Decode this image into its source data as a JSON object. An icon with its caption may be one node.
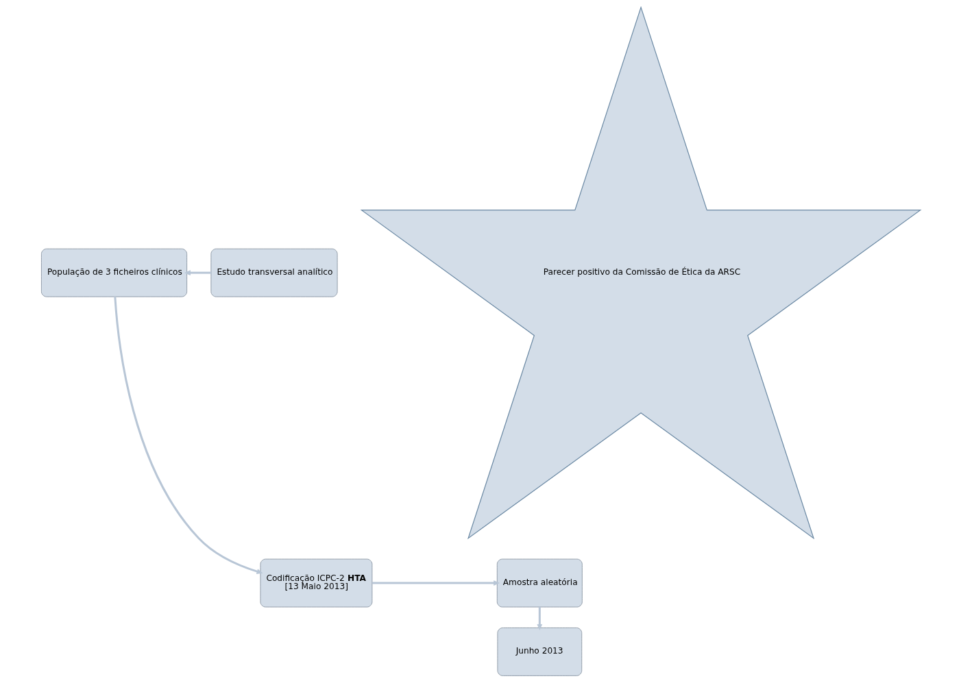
{
  "diagram": {
    "nodes": [
      {
        "text": [
          "Parecer positivo da Comissão de Ética da ARSC"
        ]
      },
      {
        "text": [
          "Estudo transversal analítico"
        ]
      },
      {
        "text": [
          "População de 3 ficheiros clínicos"
        ]
      },
      {
        "text": [
          "Codificação ICPC-2 **HTA**",
          "[13 Maio 2013]"
        ]
      },
      {
        "text": [
          "Amostra aleatória"
        ]
      },
      {
        "text": [
          "Junho 2013"
        ]
      }
    ],
    "edges": [
      {
        "from": 1,
        "to": 2,
        "arrow": "to"
      },
      {
        "from": 2,
        "to": 3,
        "arrow": "to"
      },
      {
        "from": 3,
        "to": 4,
        "arrow": "to"
      },
      {
        "from": 4,
        "to": 5,
        "arrow": "to"
      }
    ]
  }
}
